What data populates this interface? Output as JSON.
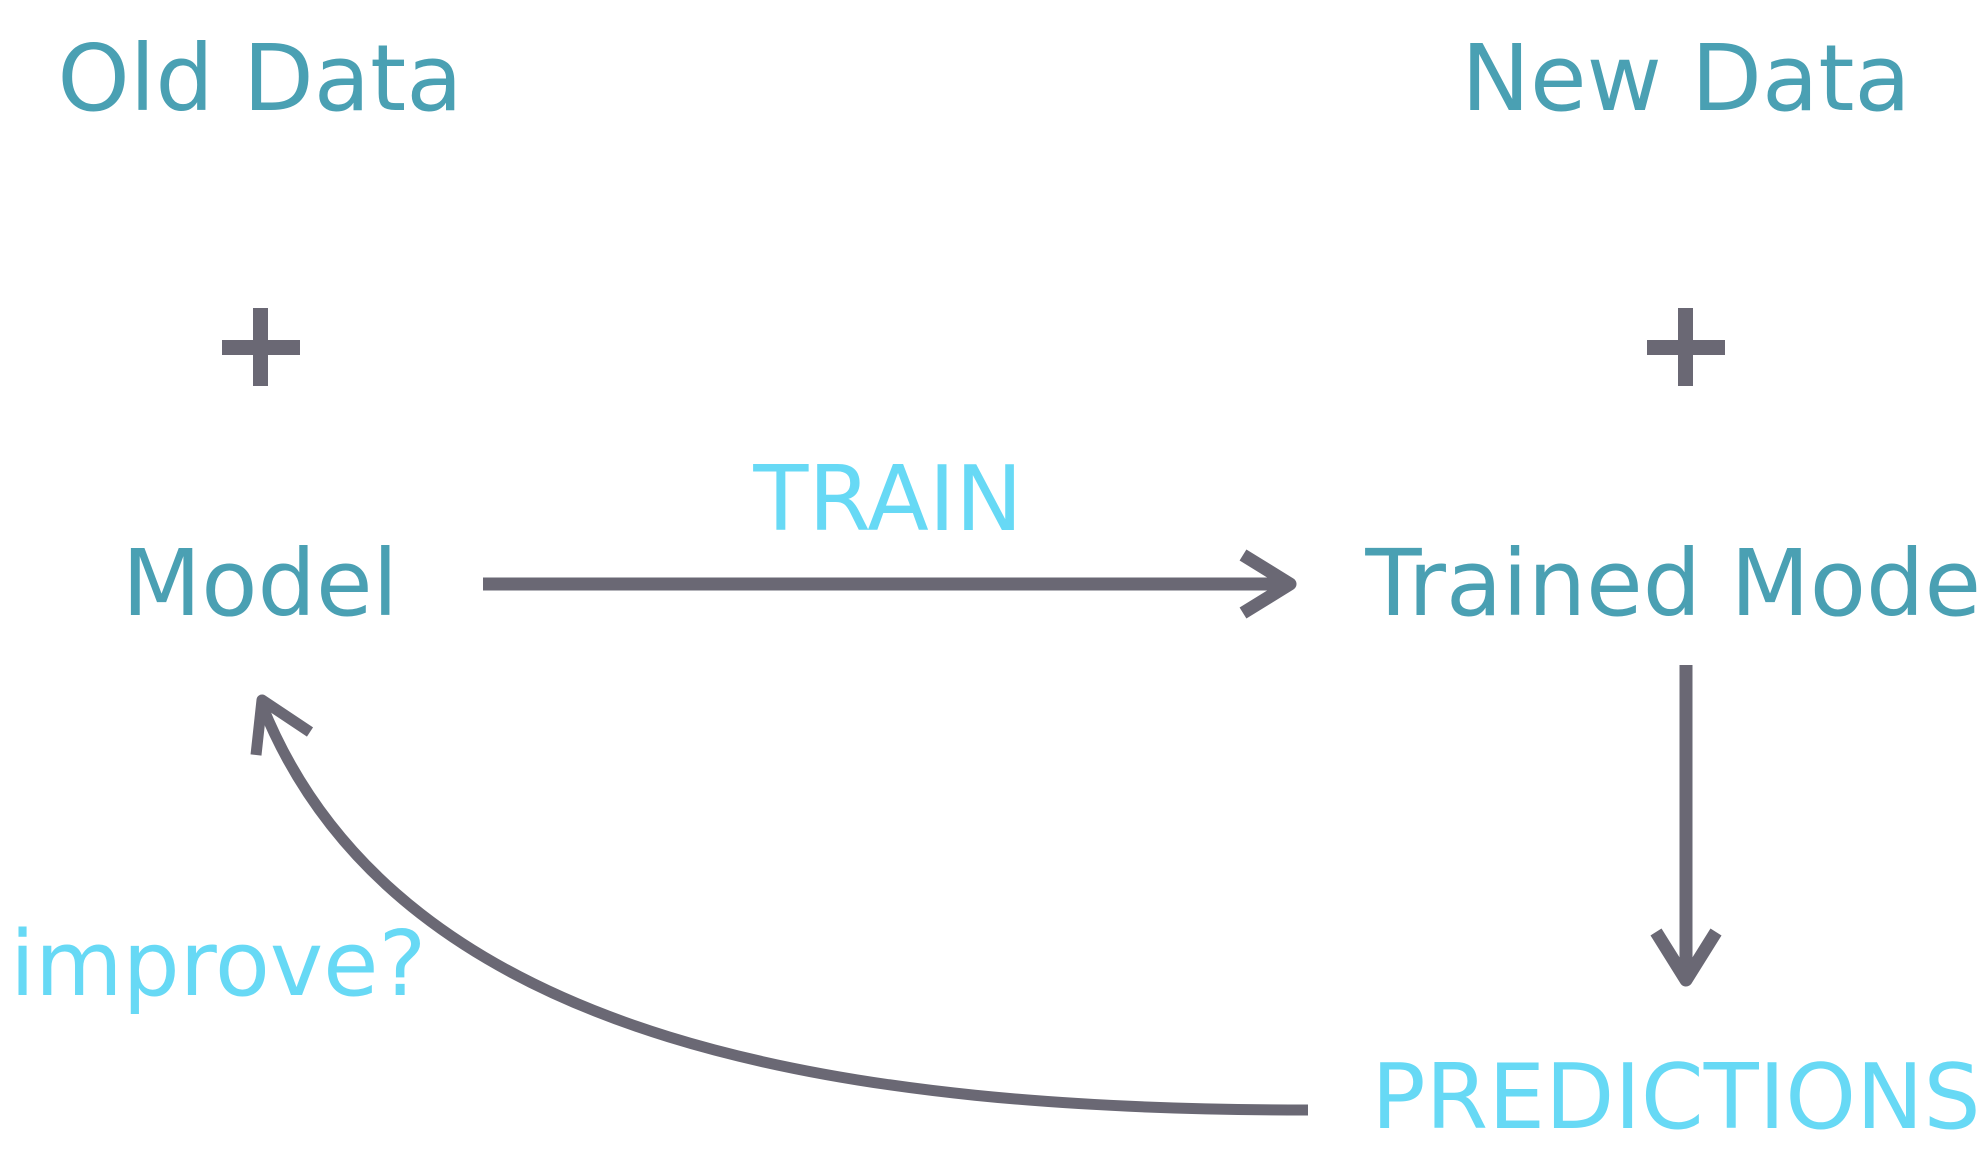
{
  "nodes": {
    "old_data": "Old Data",
    "new_data": "New Data",
    "model": "Model",
    "trained_model": "Trained Model",
    "predictions": "PREDICTIONS"
  },
  "operators": {
    "left_plus": "+",
    "right_plus": "+"
  },
  "edges": {
    "train_label": "TRAIN",
    "improve_label": "improve?"
  },
  "colors": {
    "node_text": "#4aa0b3",
    "action_text": "#67d9f5",
    "arrow": "#6a6874",
    "background": "#ffffff"
  }
}
